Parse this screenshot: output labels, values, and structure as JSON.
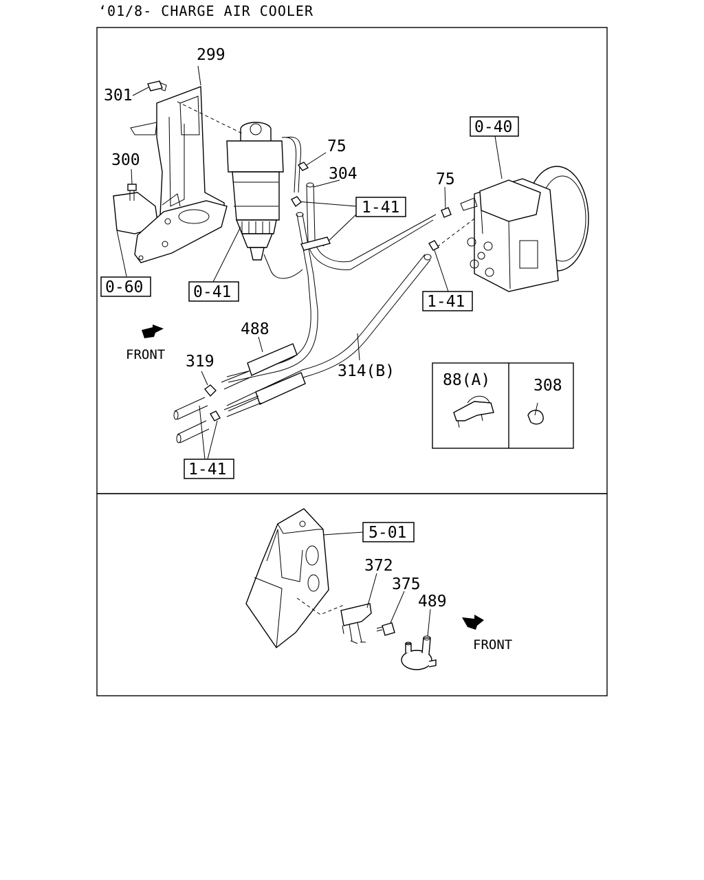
{
  "header": {
    "title": "‘01/8- CHARGE AIR COOLER"
  },
  "upper_panel": {
    "part_numbers": {
      "n299": "299",
      "n301": "301",
      "n300": "300",
      "n75a": "75",
      "n304": "304",
      "n75b": "75",
      "n488": "488",
      "n319": "319",
      "n314b": "314(B)"
    },
    "ref_boxes": {
      "r040": "0-40",
      "r141a": "1-41",
      "r060": "0-60",
      "r041": "0-41",
      "r141b": "1-41",
      "r141c": "1-41"
    },
    "front_label": "FRONT",
    "inset": {
      "left_label": "88(A)",
      "right_label": "308"
    }
  },
  "lower_panel": {
    "part_numbers": {
      "n372": "372",
      "n375": "375",
      "n489": "489"
    },
    "ref_boxes": {
      "r501": "5-01"
    },
    "front_label": "FRONT"
  }
}
